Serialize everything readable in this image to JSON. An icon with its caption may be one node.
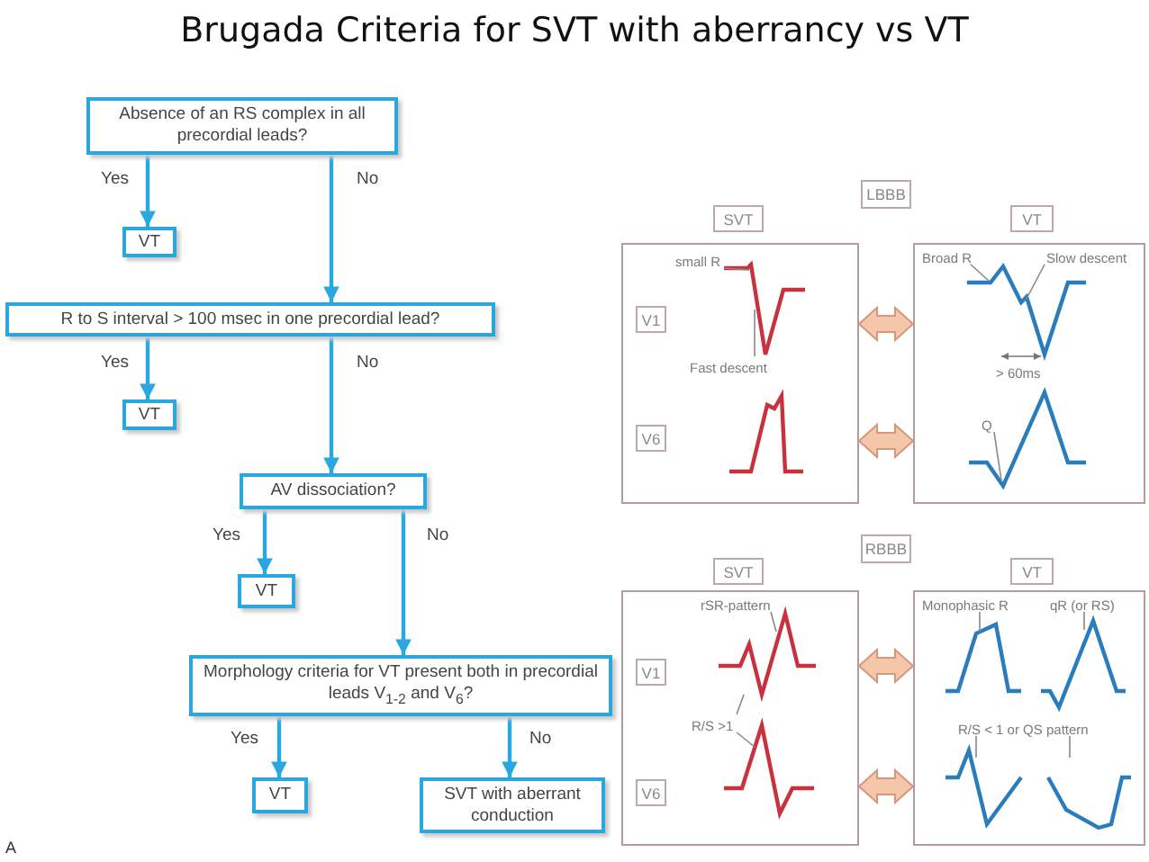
{
  "diagram": {
    "title": "Brugada Criteria for SVT with aberrancy vs VT",
    "nodes": [
      {
        "text": [
          "Absence of an RS complex in all precordial leads?"
        ]
      },
      {
        "text": [
          "VT"
        ]
      },
      {
        "text": [
          "R to S interval > 100 msec in one precordial lead?"
        ]
      },
      {
        "text": [
          "VT"
        ]
      },
      {
        "text": [
          "AV dissociation?"
        ]
      },
      {
        "text": [
          "VT"
        ]
      },
      {
        "text": [
          "Morphology criteria for VT present both in precordial leads V$_{1-2}$ and V$_{6}$?"
        ]
      },
      {
        "text": [
          "VT"
        ]
      },
      {
        "text": [
          "SVT with aberrant conduction"
        ]
      },
      {
        "text": [
          "LBBB"
        ]
      },
      {
        "text": [
          "SVT"
        ]
      },
      {
        "text": [
          "VT"
        ]
      },
      {
        "text": [],
        "shape": "box"
      },
      {
        "text": [
          "V1"
        ],
        "in": 12
      },
      {
        "text": [
          "V6"
        ],
        "in": 12
      },
      {
        "text": [
          "small R"
        ],
        "in": 12
      },
      {
        "text": [
          "Fast descent"
        ],
        "in": 12
      },
      {
        "text": [],
        "shape": "box"
      },
      {
        "text": [
          "Broad R"
        ],
        "in": 17
      },
      {
        "text": [
          "Slow descent"
        ],
        "in": 17
      },
      {
        "text": [
          "Q"
        ],
        "in": 17
      },
      {
        "text": [
          "RBBB"
        ]
      },
      {
        "text": [
          "SVT"
        ]
      },
      {
        "text": [
          "VT"
        ]
      },
      {
        "text": [],
        "shape": "box"
      },
      {
        "text": [
          "V1"
        ],
        "in": 24
      },
      {
        "text": [
          "V6"
        ],
        "in": 24
      },
      {
        "text": [
          "rSR-pattern"
        ],
        "in": 24
      },
      {
        "text": [
          "R/S >1"
        ],
        "in": 24
      },
      {
        "text": [],
        "shape": "box"
      },
      {
        "text": [
          "Monophasic R"
        ],
        "in": 29
      },
      {
        "text": [
          "qR (or RS)"
        ],
        "in": 29
      },
      {
        "text": [
          "R/S < 1 or QS pattern"
        ],
        "in": 29
      },
      {
        "text": [],
        "shape": "line",
        "in": 24
      }
    ],
    "edges": [
      {
        "from": 0,
        "to": 1,
        "arrow": "to",
        "label": "Yes",
        "color": "#29a8e0"
      },
      {
        "from": 0,
        "to": 2,
        "arrow": "to",
        "label": "No",
        "color": "#29a8e0"
      },
      {
        "from": 2,
        "to": 3,
        "arrow": "to",
        "label": "Yes",
        "color": "#29a8e0"
      },
      {
        "from": 2,
        "to": 4,
        "arrow": "to",
        "label": "No",
        "color": "#29a8e0"
      },
      {
        "from": 4,
        "to": 5,
        "arrow": "to",
        "label": "Yes",
        "color": "#29a8e0"
      },
      {
        "from": 4,
        "to": 6,
        "arrow": "to",
        "label": "No",
        "color": "#29a8e0"
      },
      {
        "from": 6,
        "to": 7,
        "arrow": "to",
        "label": "Yes",
        "color": "#29a8e0"
      },
      {
        "from": 6,
        "to": 8,
        "arrow": "to",
        "label": "No",
        "color": "#29a8e0"
      },
      {
        "from": 12,
        "to": 17,
        "arrow": "both",
        "style": "thick",
        "color": "#f4c7ab"
      },
      {
        "from": 12,
        "to": 17,
        "arrow": "both",
        "style": "thick",
        "color": "#f4c7ab"
      },
      {
        "from": 15,
        "to": null,
        "arrow": "none",
        "color": "#888888"
      },
      {
        "from": 16,
        "to": null,
        "arrow": "none",
        "color": "#888888"
      },
      {
        "from": 18,
        "to": null,
        "arrow": "none",
        "color": "#888888"
      },
      {
        "from": 19,
        "to": null,
        "arrow": "none",
        "color": "#888888"
      },
      {
        "from": 20,
        "to": null,
        "arrow": "none",
        "color": "#888888"
      },
      {
        "from": 24,
        "to": 29,
        "arrow": "both",
        "style": "thick",
        "color": "#f4c7ab"
      },
      {
        "from": 24,
        "to": 29,
        "arrow": "both",
        "style": "thick",
        "color": "#f4c7ab"
      },
      {
        "from": 27,
        "to": 33,
        "arrow": "none",
        "color": "#888888"
      },
      {
        "from": 28,
        "to": 33,
        "arrow": "none",
        "color": "#888888"
      },
      {
        "from": 28,
        "to": null,
        "arrow": "none",
        "color": "#888888"
      },
      {
        "from": 30,
        "to": null,
        "arrow": "none",
        "color": "#888888"
      },
      {
        "from": 31,
        "to": null,
        "arrow": "none",
        "color": "#888888"
      },
      {
        "from": 32,
        "to": null,
        "arrow": "none",
        "color": "#888888"
      },
      {
        "from": 32,
        "to": null,
        "arrow": "none",
        "color": "#888888"
      }
    ],
    "labels": [
      "> 60ms",
      "A"
    ]
  }
}
